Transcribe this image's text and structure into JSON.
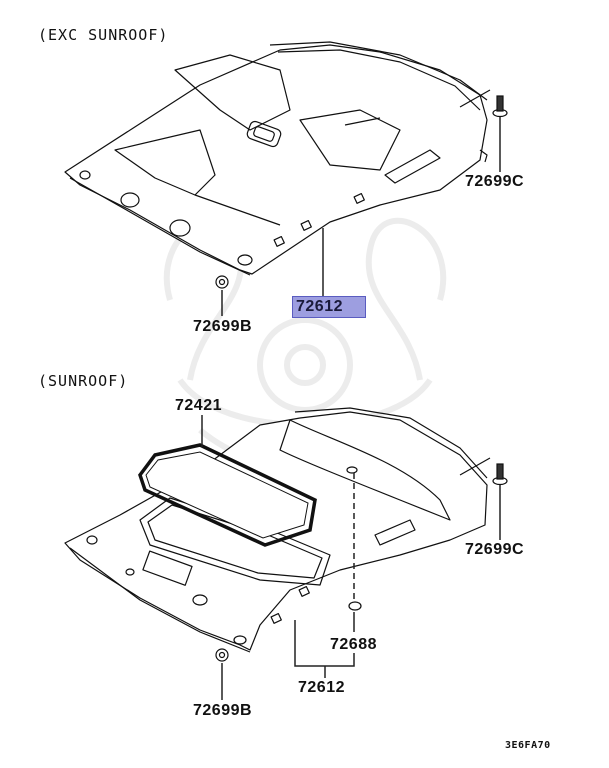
{
  "diagram": {
    "type": "parts-diagram",
    "reference_code": "3E6FA70",
    "sections": [
      {
        "title": "(EXC SUNROOF)",
        "parts": [
          {
            "number": "72612",
            "highlighted": true
          },
          {
            "number": "72699B",
            "highlighted": false
          },
          {
            "number": "72699C",
            "highlighted": false
          }
        ]
      },
      {
        "title": "(SUNROOF)",
        "parts": [
          {
            "number": "72421",
            "highlighted": false
          },
          {
            "number": "72688",
            "highlighted": false
          },
          {
            "number": "72612",
            "highlighted": false
          },
          {
            "number": "72699B",
            "highlighted": false
          },
          {
            "number": "72699C",
            "highlighted": false
          }
        ]
      }
    ],
    "colors": {
      "highlight_fill": "#9d9ee0",
      "highlight_border": "#5a5cc0",
      "line": "#111111",
      "watermark": "#ececec"
    }
  }
}
